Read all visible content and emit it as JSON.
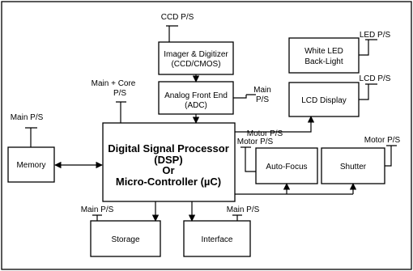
{
  "blocks": {
    "imager": [
      "Imager & Digitizer",
      "(CCD/CMOS)"
    ],
    "afe": [
      "Analog Front End",
      "(ADC)"
    ],
    "white_led": [
      "White LED",
      "Back-Light"
    ],
    "lcd": "LCD Display",
    "dsp": [
      "Digital Signal Processor",
      "(DSP)",
      "Or",
      "Micro-Controller (µC)"
    ],
    "memory": "Memory",
    "autofocus": "Auto-Focus",
    "shutter": "Shutter",
    "storage": "Storage",
    "interface": "Interface"
  },
  "power_labels": {
    "ccd": "CCD P/S",
    "led": "LED P/S",
    "lcd": "LCD P/S",
    "main_core": [
      "Main + Core",
      "P/S"
    ],
    "main_afe": [
      "Main",
      "P/S"
    ],
    "main_memory": "Main P/S",
    "motor_autofocus": "Motor P/S",
    "motor_shutter": "Motor P/S",
    "motor_bus": "Motor P/S",
    "main_storage": "Main P/S",
    "main_interface": "Main P/S"
  }
}
